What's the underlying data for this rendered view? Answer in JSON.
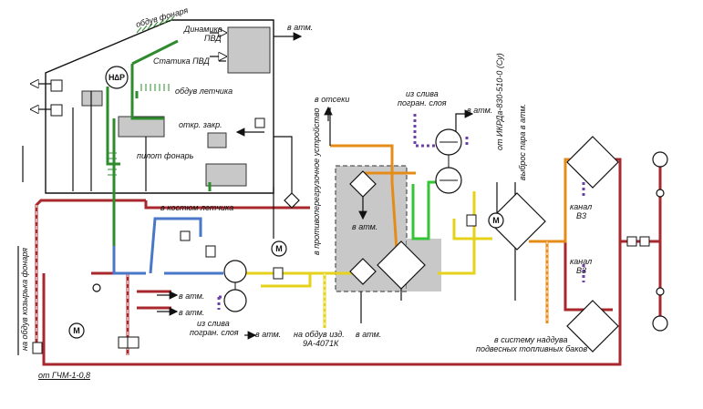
{
  "labels": {
    "canopy_blowing": "обдув фонаря",
    "dynamic_pvd_1": "Динамика",
    "dynamic_pvd_2": "ПВД",
    "static_pvd": "Статика ПВД",
    "pilot_blowing": "обдув летчика",
    "to_atm": "в атм.",
    "delta_p": "Н∆Р",
    "open_close": "откр. закр.",
    "pilot_canopy": "пилот  фонарь",
    "to_compartments": "в отсеки",
    "from_boundary_drain_1": "из слива",
    "from_boundary_drain_2": "погран. слоя",
    "from_ikrd": "от ИКРДа-830-510-0 (Су)",
    "steam_release": "выброс пара в атм.",
    "anti_overload_device": "в противоперегрузочное устройство",
    "to_pilot_suit": "в костюм летчика",
    "canal_v3_top_1": "канал",
    "canal_v3_top_2": "В3",
    "canal_v3_bottom_1": "канал",
    "canal_v3_bottom_2": "В3",
    "visor_blowing": "на обдув козырька фонаря",
    "from_gchm": "от ГЧМ-1-0,8",
    "product_blowing_1": "на обдув изд.",
    "product_blowing_2": "9А-4071К",
    "fuel_tanks_1": "в систему наддува",
    "fuel_tanks_2": "подвесных топливных баков",
    "motor": "М"
  },
  "colors": {
    "hot_bleed": "#a8282d",
    "blue_line": "#4a78c8",
    "green_line": "#2e8b2e",
    "bright_green": "#35c435",
    "yellow_line": "#e6d21a",
    "orange_line": "#e58c18",
    "purple_dash": "#6d3fa8",
    "unit_fill": "#c8c8c8"
  }
}
